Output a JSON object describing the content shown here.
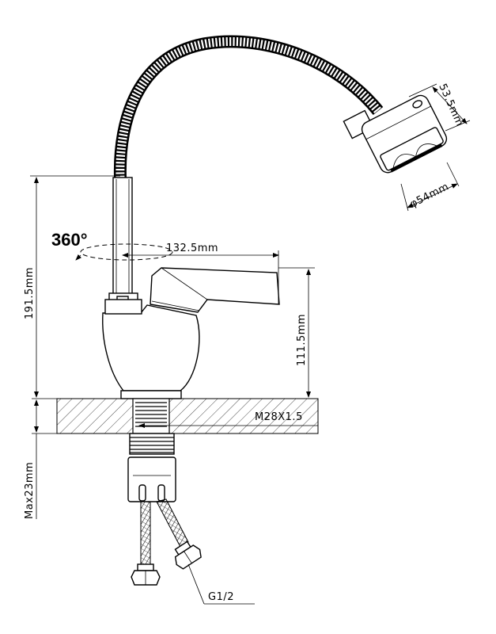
{
  "diagram": {
    "rotation_label": "360°",
    "dimensions": {
      "reach": "132.5mm",
      "total_height": "191.5mm",
      "spout_height": "111.5mm",
      "head_length": "53.5mm",
      "head_diameter": "φ54mm",
      "thread": "M28X1.5",
      "max_thickness": "Max23mm",
      "hose_connection": "G1/2"
    }
  }
}
